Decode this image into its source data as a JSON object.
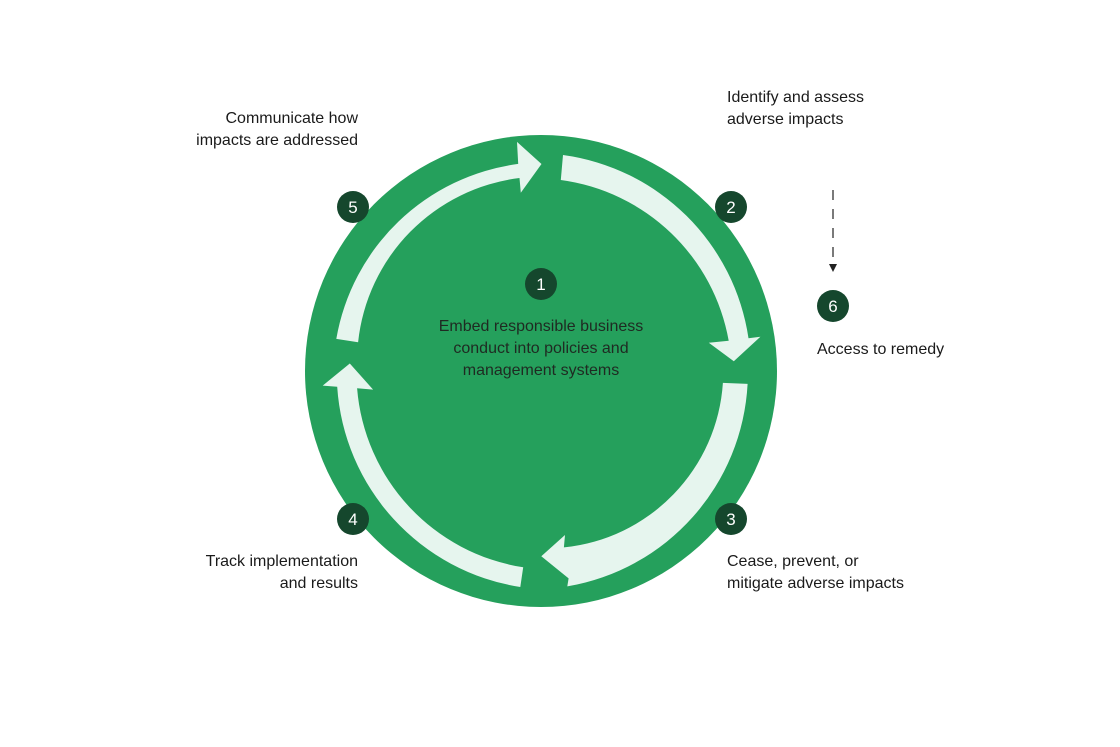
{
  "colors": {
    "circle_fill": "#25a05c",
    "arrow_fill": "#e6f5ee",
    "badge_fill": "#15472d",
    "badge_text": "#ffffff",
    "dashed_line": "#222222"
  },
  "steps": [
    {
      "number": "1",
      "lines": [
        "Embed responsible business",
        "conduct into policies and",
        "management systems"
      ]
    },
    {
      "number": "2",
      "lines": [
        "Identify and assess",
        "adverse impacts"
      ]
    },
    {
      "number": "3",
      "lines": [
        "Cease, prevent, or",
        "mitigate adverse impacts"
      ]
    },
    {
      "number": "4",
      "lines": [
        "Track implementation",
        "and results"
      ]
    },
    {
      "number": "5",
      "lines": [
        "Communicate how",
        "impacts are addressed"
      ]
    },
    {
      "number": "6",
      "lines": [
        "Access to remedy"
      ]
    }
  ],
  "arrows": [
    {
      "from_step": "2",
      "to_step": "3"
    },
    {
      "from_step": "3",
      "to_step": "4"
    },
    {
      "from_step": "4",
      "to_step": "5"
    },
    {
      "from_step": "5",
      "to_step": "2"
    },
    {
      "from_step": "2",
      "to_step": "6",
      "style": "dashed"
    }
  ]
}
